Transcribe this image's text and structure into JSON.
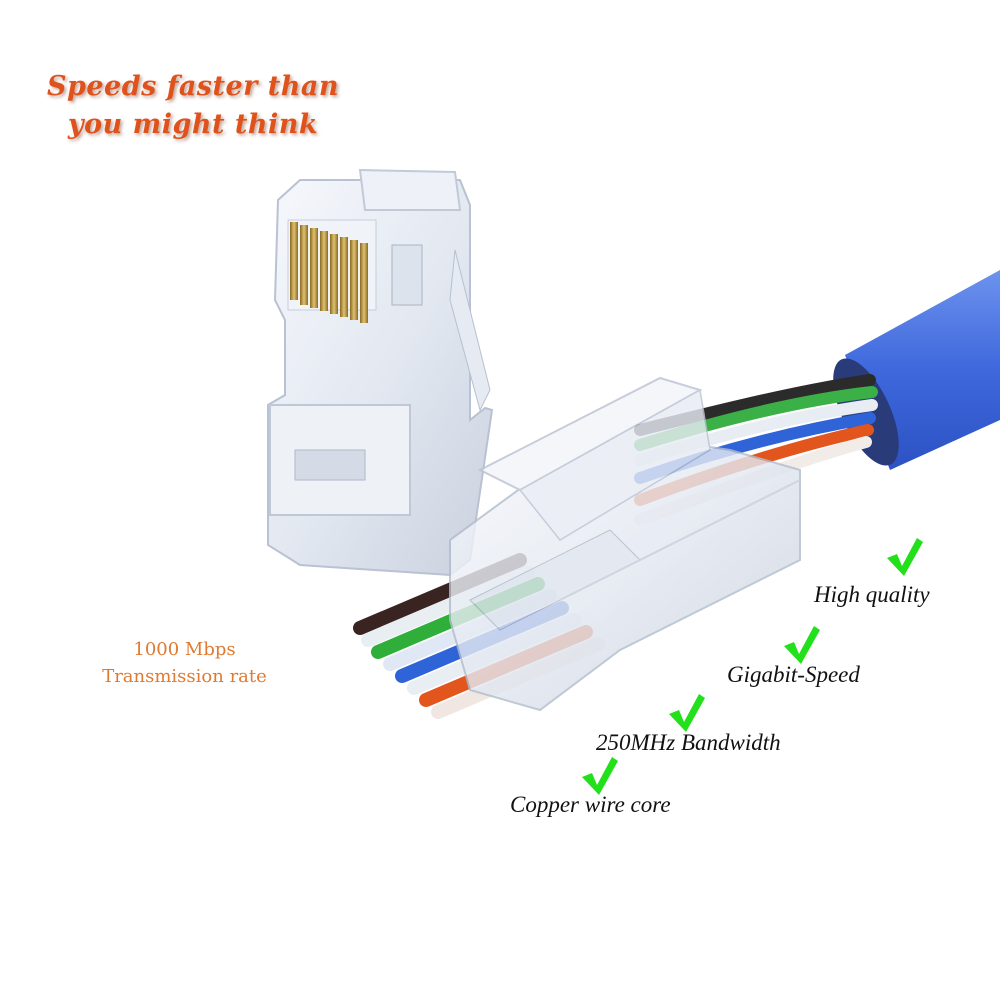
{
  "headline": {
    "line1": "Speeds faster than",
    "line2": "you might think",
    "color": "#e0521c"
  },
  "side_note": {
    "line1": "1000 Mbps",
    "line2": "Transmission rate",
    "color": "#e07a30"
  },
  "features": [
    {
      "label": "High quality",
      "icon": "green-check-icon"
    },
    {
      "label": "Gigabit-Speed",
      "icon": "green-check-icon"
    },
    {
      "label": "250MHz Bandwidth",
      "icon": "green-check-icon"
    },
    {
      "label": "Copper wire core",
      "icon": "green-check-icon"
    }
  ],
  "colors": {
    "check": "#22e01a",
    "cable_jacket": "#3f6fe0",
    "connector": "#dfe6f2",
    "contacts": "#b8923a"
  },
  "wire_colors": [
    "#3a2422",
    "#e8eef2",
    "#2fae3a",
    "#dfe8f4",
    "#2f63d8",
    "#e8eef2",
    "#e2561e",
    "#f0e6e2"
  ]
}
